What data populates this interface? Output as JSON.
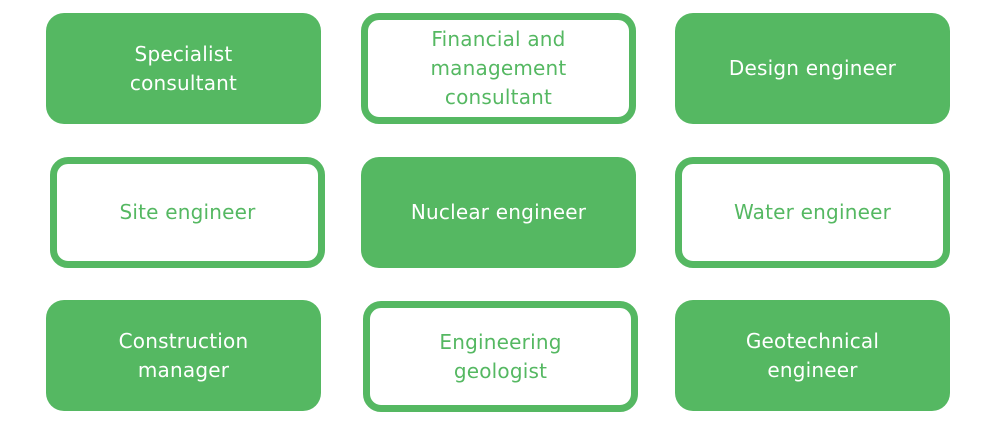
{
  "theme": {
    "accent": "#55b862",
    "background": "#ffffff",
    "filled_text": "#ffffff"
  },
  "roles": [
    {
      "label": "Specialist\nconsultant",
      "style": "filled"
    },
    {
      "label": "Financial and\nmanagement\nconsultant",
      "style": "outlined"
    },
    {
      "label": "Design engineer",
      "style": "filled"
    },
    {
      "label": "Site engineer",
      "style": "outlined"
    },
    {
      "label": "Nuclear engineer",
      "style": "filled"
    },
    {
      "label": "Water engineer",
      "style": "outlined"
    },
    {
      "label": "Construction\nmanager",
      "style": "filled"
    },
    {
      "label": "Engineering\ngeologist",
      "style": "outlined"
    },
    {
      "label": "Geotechnical\nengineer",
      "style": "filled"
    }
  ]
}
